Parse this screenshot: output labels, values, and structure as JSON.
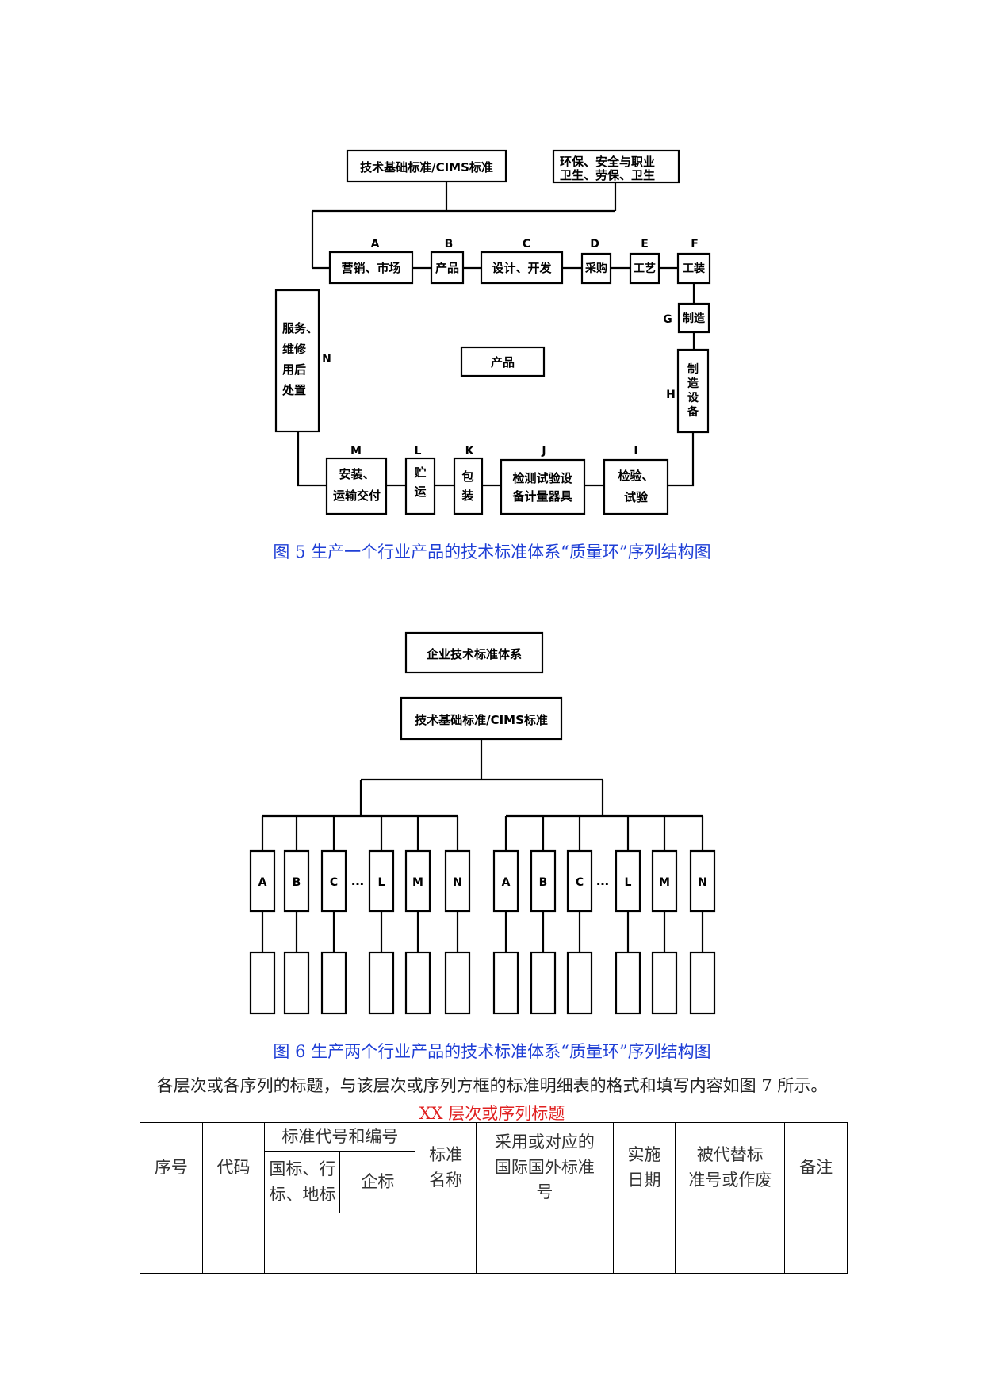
{
  "fig5": {
    "top_left_box": "技术基础标准/CIMS标准",
    "top_right_box_line1": "环保、安全与职业",
    "top_right_box_line2": "卫生、劳保、卫生",
    "center_box": "产品",
    "nodes": [
      {
        "letter": "A",
        "label": "营销、市场"
      },
      {
        "letter": "B",
        "label": "产品"
      },
      {
        "letter": "C",
        "label": "设计、开发"
      },
      {
        "letter": "D",
        "label": "采购"
      },
      {
        "letter": "E",
        "label": "工艺"
      },
      {
        "letter": "F",
        "label": "工装"
      },
      {
        "letter": "G",
        "label": "制造"
      },
      {
        "letter": "H",
        "label": "制造设备"
      },
      {
        "letter": "I",
        "line1": "检验、",
        "line2": "试验"
      },
      {
        "letter": "J",
        "line1": "检测试验设",
        "line2": "备计量器具"
      },
      {
        "letter": "K",
        "line1": "包",
        "line2": "装"
      },
      {
        "letter": "L",
        "line1": "贮",
        "line2": "运"
      },
      {
        "letter": "M",
        "line1": "安装、",
        "line2": "运输交付"
      },
      {
        "letter": "N",
        "lines": [
          "服务、",
          "维修",
          "用后",
          "处置"
        ]
      }
    ],
    "caption": "图 5 生产一个行业产品的技术标准体系“质量环”序列结构图"
  },
  "fig6": {
    "top_box": "企业技术标准体系",
    "second_box": "技术基础标准/CIMS标准",
    "group_left": [
      "A",
      "B",
      "C",
      "L",
      "M",
      "N"
    ],
    "group_right": [
      "A",
      "B",
      "C",
      "L",
      "M",
      "N"
    ],
    "ellipsis": "…",
    "caption": "图 6 生产两个行业产品的技术标准体系“质量环”序列结构图"
  },
  "paragraph": "各层次或各序列的标题，与该层次或序列方框的标准明细表的格式和填写内容如图 7 所示。",
  "table": {
    "title": "XX 层次或序列标题",
    "col_serial": "序号",
    "col_code": "代码",
    "col_std_group": "标准代号和编号",
    "col_national_line1": "国标、行",
    "col_national_line2": "标、地标",
    "col_enterprise": "企标",
    "col_name_line1": "标准",
    "col_name_line2": "名称",
    "col_intl_line1": "采用或对应的",
    "col_intl_line2": "国际国外标准",
    "col_intl_line3": "号",
    "col_date_line1": "实施",
    "col_date_line2": "日期",
    "col_replaced_line1": "被代替标",
    "col_replaced_line2": "准号或作废",
    "col_remark": "备注"
  }
}
